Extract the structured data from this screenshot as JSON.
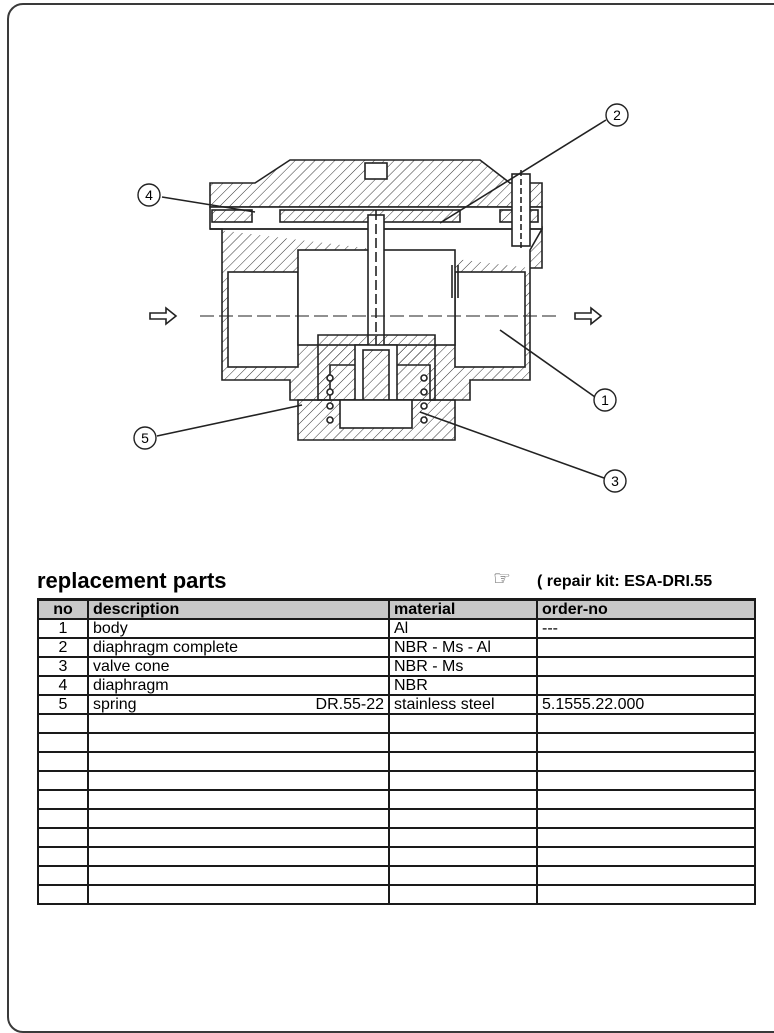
{
  "drawing": {
    "callouts": [
      "1",
      "2",
      "3",
      "4",
      "5"
    ]
  },
  "section": {
    "title": "replacement parts",
    "kit_icon": "pointing-hand-icon",
    "kit_text": "( repair kit: ESA-DRI.55"
  },
  "table": {
    "headers": [
      "no",
      "description",
      "material",
      "order-no"
    ],
    "rows": [
      {
        "no": "1",
        "description": "body",
        "code": "",
        "material": "Al",
        "order": "---"
      },
      {
        "no": "2",
        "description": "diaphragm complete",
        "code": "",
        "material": "NBR - Ms - Al",
        "order": ""
      },
      {
        "no": "3",
        "description": "valve cone",
        "code": "",
        "material": "NBR - Ms",
        "order": ""
      },
      {
        "no": "4",
        "description": "diaphragm",
        "code": "",
        "material": "NBR",
        "order": ""
      },
      {
        "no": "5",
        "description": "spring",
        "code": "DR.55-22",
        "material": "stainless steel",
        "order": "5.1555.22.000"
      },
      {
        "no": "",
        "description": "",
        "code": "",
        "material": "",
        "order": ""
      },
      {
        "no": "",
        "description": "",
        "code": "",
        "material": "",
        "order": ""
      },
      {
        "no": "",
        "description": "",
        "code": "",
        "material": "",
        "order": ""
      },
      {
        "no": "",
        "description": "",
        "code": "",
        "material": "",
        "order": ""
      },
      {
        "no": "",
        "description": "",
        "code": "",
        "material": "",
        "order": ""
      },
      {
        "no": "",
        "description": "",
        "code": "",
        "material": "",
        "order": ""
      },
      {
        "no": "",
        "description": "",
        "code": "",
        "material": "",
        "order": ""
      },
      {
        "no": "",
        "description": "",
        "code": "",
        "material": "",
        "order": ""
      },
      {
        "no": "",
        "description": "",
        "code": "",
        "material": "",
        "order": ""
      },
      {
        "no": "",
        "description": "",
        "code": "",
        "material": "",
        "order": ""
      }
    ]
  }
}
